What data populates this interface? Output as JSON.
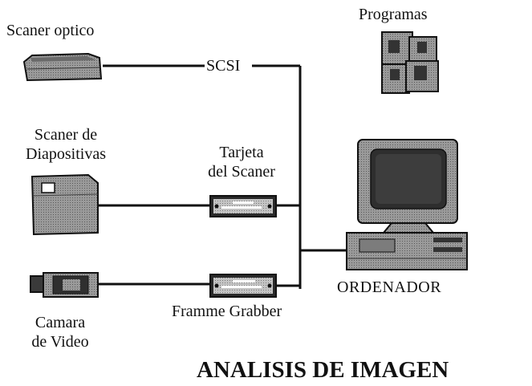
{
  "labels": {
    "optical_scanner": "Scaner optico",
    "scsi": "SCSI",
    "programs": "Programas",
    "slide_scanner_line1": "Scaner de",
    "slide_scanner_line2": "Diapositivas",
    "scanner_card_line1": "Tarjeta",
    "scanner_card_line2": "del Scaner",
    "computer": "ORDENADOR",
    "frame_grabber": "Framme Grabber",
    "video_camera_line1": "Camara",
    "video_camera_line2": "de Video"
  },
  "title": "ANALISIS DE IMAGEN",
  "colors": {
    "ink": "#111111",
    "device_fill": "#8a8a8a",
    "device_dark": "#3a3a3a",
    "paper": "#ffffff"
  },
  "icons": {
    "optical_scanner": "flatbed-scanner-icon",
    "programs": "software-boxes-icon",
    "slide_scanner": "slide-scanner-icon",
    "scanner_card": "interface-card-icon",
    "computer": "desktop-computer-icon",
    "frame_grabber": "capture-card-icon",
    "video_camera": "video-camera-icon"
  }
}
